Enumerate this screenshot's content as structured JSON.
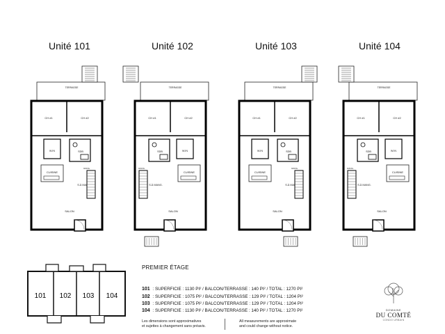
{
  "units": [
    {
      "title": "Unité 101"
    },
    {
      "title": "Unité 102"
    },
    {
      "title": "Unité 103"
    },
    {
      "title": "Unité 104"
    }
  ],
  "room_labels": {
    "terrasse": "TERRASSE",
    "ch1": "CH #1",
    "ch2": "CH #2",
    "sdb": "SDB",
    "wi": "W.IN",
    "cuisine": "CUISINE",
    "sa_mang": "S.À MANG.",
    "salon": "SALON",
    "rang": "RANG."
  },
  "key_plan": {
    "units": [
      "101",
      "102",
      "103",
      "104"
    ]
  },
  "floor_heading": "PREMIER ÉTAGE",
  "areas": [
    {
      "unit": "101",
      "text": "SUPERFICIE : 1130 PI² / BALCON/TERRASSE : 140 PI² / TOTAL : 1270 PI²"
    },
    {
      "unit": "102",
      "text": "SUPERFICIE : 1075 PI² / BALCON/TERRASSE : 129 PI² / TOTAL : 1204 PI²"
    },
    {
      "unit": "103",
      "text": "SUPERFICIE : 1075 PI² / BALCON/TERRASSE : 129 PI² / TOTAL : 1204 PI²"
    },
    {
      "unit": "104",
      "text": "SUPERFICIE : 1130 PI² / BALCON/TERRASSE : 140 PI² / TOTAL : 1270 PI²"
    }
  ],
  "notes": {
    "fr": "Les dimensions sont approximatives\net sujettes à changement sans préavis.",
    "en": "All measurements are approximate\nand could change without notice."
  },
  "logo": {
    "line1": "DOMAINE",
    "line2": "DU COMTÉ",
    "line3": "CONDO URBAIN"
  }
}
